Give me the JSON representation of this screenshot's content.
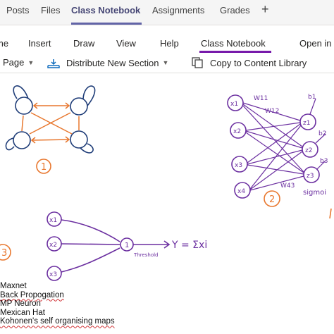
{
  "channel_tabs": [
    "Posts",
    "Files",
    "Class Notebook",
    "Assignments",
    "Grades"
  ],
  "channel_active": "Class Notebook",
  "ribbon_tabs": [
    "me",
    "Insert",
    "Draw",
    "View",
    "Help",
    "Class Notebook",
    "Open in"
  ],
  "ribbon_active": "Class Notebook",
  "commands": {
    "page": "Page",
    "distribute": "Distribute New Section",
    "copy": "Copy to Content Library"
  },
  "drawing": {
    "diagram1_number": "1",
    "diagram2_number": "2",
    "diagram3_number": "3",
    "x1": "x1",
    "x2": "x2",
    "x3": "x3",
    "x4": "x4",
    "z1": "z1",
    "z2": "z2",
    "z3": "z3",
    "b1": "b1",
    "b2": "b2",
    "b3": "b3",
    "w11": "W11",
    "w12": "W12",
    "w43": "W43",
    "sigmoid": "sigmoi",
    "theta": "1",
    "threshold": "Threshold",
    "equation": "Y = Σxi"
  },
  "notes": [
    "Maxnet",
    "Back Propogation",
    "MP Neuron",
    "Mexican Hat",
    "Kohonen's self organising maps"
  ],
  "colors": {
    "ink_purple": "#6b2fa0",
    "ink_orange": "#e8772e",
    "ink_blue": "#1f3d78",
    "accent": "#6264a7"
  }
}
